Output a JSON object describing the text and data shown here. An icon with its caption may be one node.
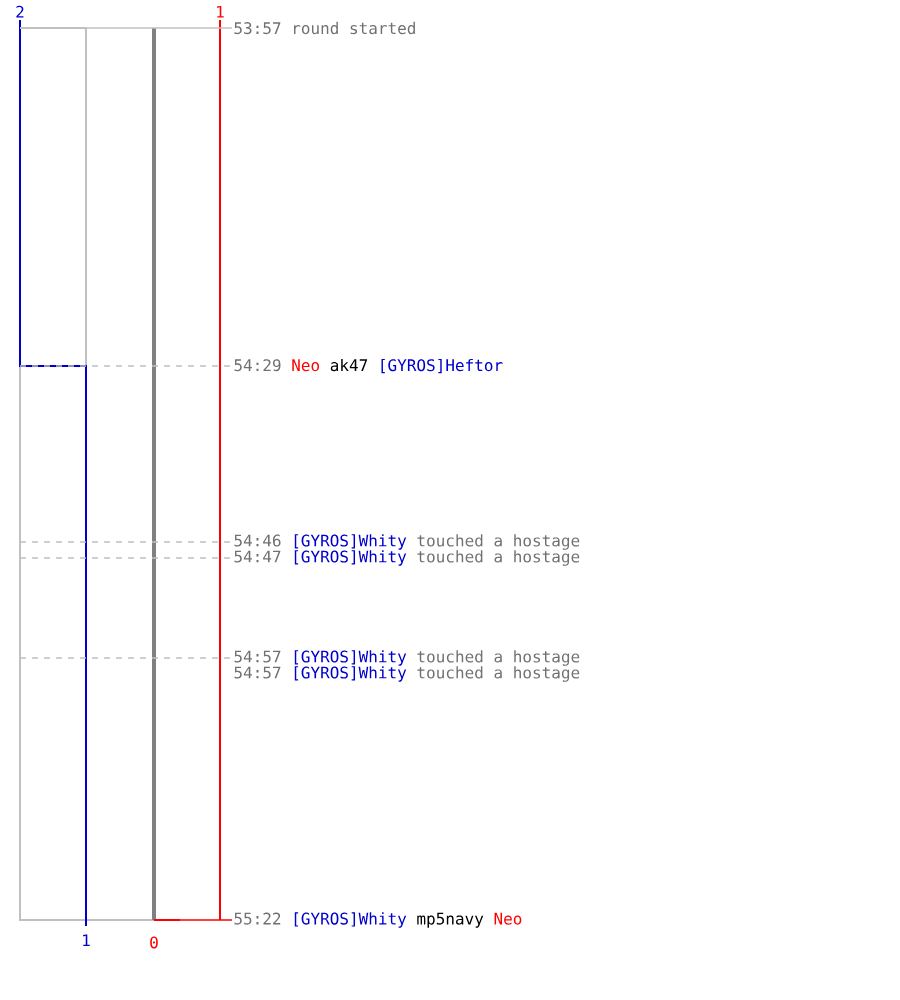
{
  "diagram": {
    "nodes": [
      {
        "text": [
          "53:57 round started"
        ]
      },
      {
        "text": [
          "54:29",
          "Neo",
          "ak47",
          "[GYROS]Heftor"
        ]
      },
      {
        "text": [
          "54:46",
          "[GYROS]Whity",
          "touched a hostage"
        ]
      },
      {
        "text": [
          "54:47",
          "[GYROS]Whity",
          "touched a hostage"
        ]
      },
      {
        "text": [
          "54:57",
          "[GYROS]Whity",
          "touched a hostage"
        ]
      },
      {
        "text": [
          "54:57",
          "[GYROS]Whity",
          "touched a hostage"
        ]
      },
      {
        "text": [
          "55:22",
          "[GYROS]Whity",
          "mp5navy",
          "Neo"
        ]
      }
    ],
    "edges": [
      {
        "from": null,
        "to": 0,
        "arrow": "none"
      },
      {
        "from": null,
        "to": 1,
        "arrow": "none",
        "style": "dashed"
      },
      {
        "from": null,
        "to": 2,
        "arrow": "none",
        "style": "dashed"
      },
      {
        "from": null,
        "to": 3,
        "arrow": "none",
        "style": "dashed"
      },
      {
        "from": null,
        "to": 4,
        "arrow": "none",
        "style": "dashed"
      },
      {
        "from": null,
        "to": 6,
        "arrow": "none",
        "color": "#ff0000"
      }
    ],
    "labels": [
      "2",
      "1",
      "1",
      "0"
    ]
  }
}
